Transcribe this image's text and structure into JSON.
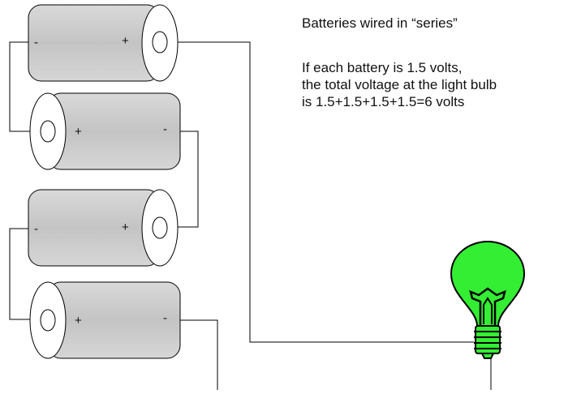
{
  "heading": "Batteries wired in “series”",
  "explanation": {
    "line1": "If each battery is 1.5 volts,",
    "line2": "the total voltage at the light bulb",
    "line3": "is 1.5+1.5+1.5+1.5=6 volts"
  },
  "batteries": [
    {
      "plus": "+",
      "minus": "-"
    },
    {
      "plus": "+",
      "minus": "-"
    },
    {
      "plus": "+",
      "minus": "-"
    },
    {
      "plus": "+",
      "minus": "-"
    }
  ],
  "colors": {
    "battery_body": "#c8c8c8",
    "bulb": "#33ee33",
    "wire": "#000000"
  }
}
